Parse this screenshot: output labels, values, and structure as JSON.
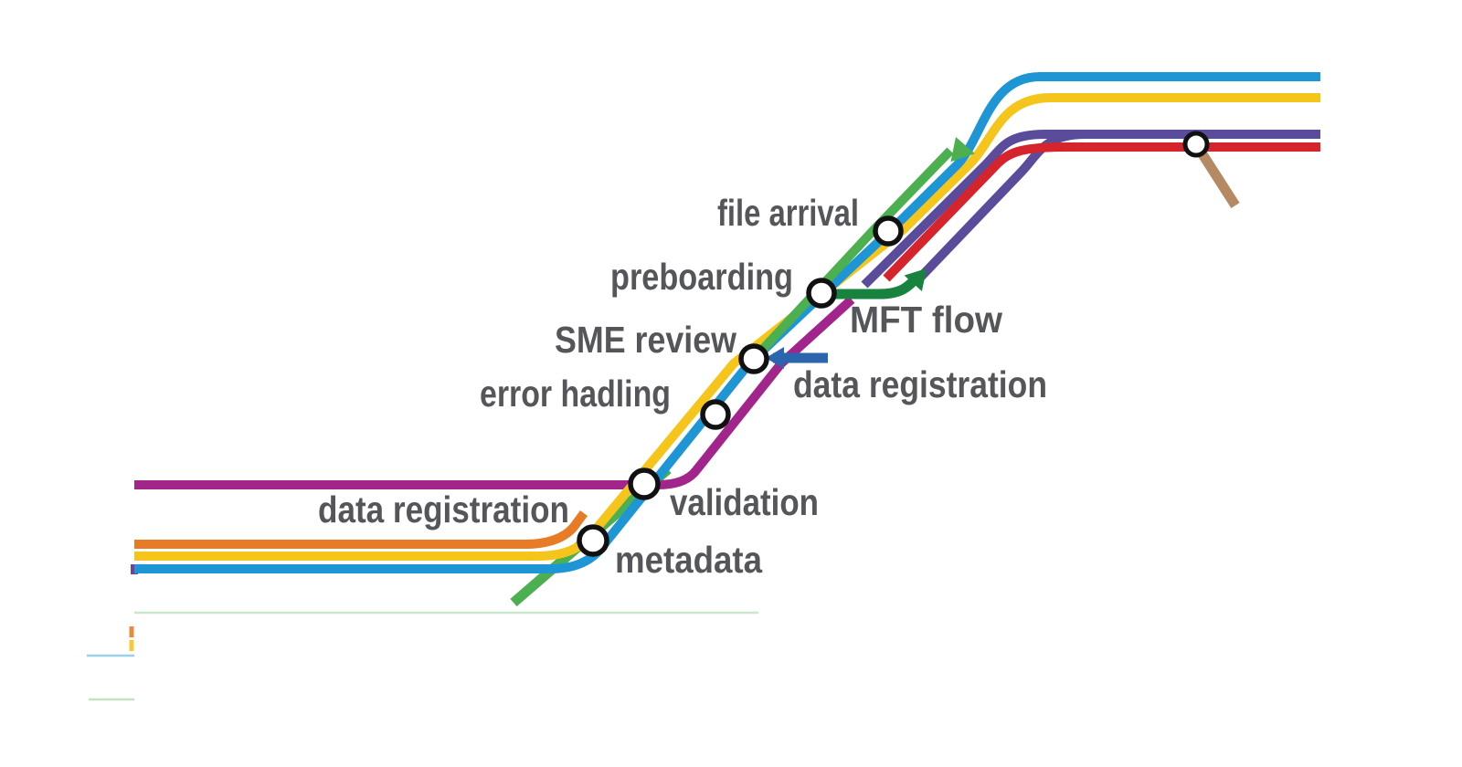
{
  "diagram": {
    "background": "#FFFFFF",
    "label_color": "#55565A",
    "station_style": {
      "fill": "#FFFFFF",
      "ring": "#111111"
    },
    "stations": [
      {
        "id": "metadata",
        "label": "metadata"
      },
      {
        "id": "validation",
        "label": "validation"
      },
      {
        "id": "error-handling",
        "label": "error hadling"
      },
      {
        "id": "sme-review",
        "label": "SME review"
      },
      {
        "id": "preboarding",
        "label": "preboarding"
      },
      {
        "id": "file-arrival",
        "label": "file arrival"
      },
      {
        "id": "red-line-stop",
        "label": ""
      }
    ],
    "flow_labels": {
      "mft_flow": "MFT flow",
      "data_registration_upper": "data registration",
      "data_registration_lower": "data registration"
    },
    "lines": [
      {
        "id": "blue-line",
        "color": "#1E96D5"
      },
      {
        "id": "yellow-line",
        "color": "#F5C51B"
      },
      {
        "id": "orange-line",
        "color": "#E87B26"
      },
      {
        "id": "magenta-line",
        "color": "#A2258C"
      },
      {
        "id": "violet-line",
        "color": "#5A4B9B"
      },
      {
        "id": "red-line",
        "color": "#D6242C"
      },
      {
        "id": "green-line",
        "color": "#4CAF50"
      },
      {
        "id": "mft-flow-branch",
        "color": "#17833F"
      },
      {
        "id": "data-registration-branch",
        "color": "#2A65AE"
      },
      {
        "id": "brown-stub",
        "color": "#B58A62"
      },
      {
        "id": "plum-stub",
        "color": "#7A3F98"
      }
    ]
  }
}
